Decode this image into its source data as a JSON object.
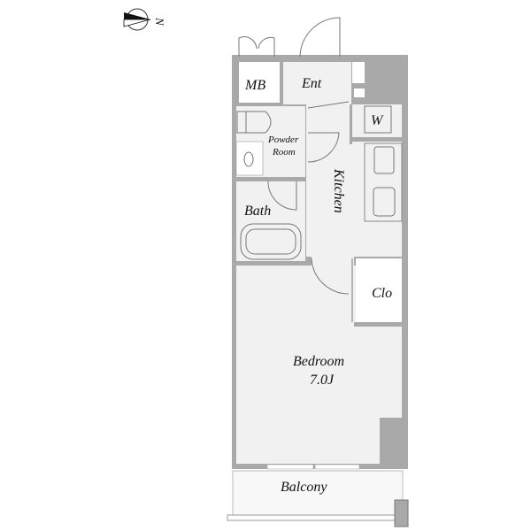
{
  "compass": {
    "label": "N",
    "icon": "north-arrow-icon"
  },
  "rooms": {
    "mb": "MB",
    "ent": "Ent",
    "w": "W",
    "powder_line1": "Powder",
    "powder_line2": "Room",
    "kitchen": "Kitchen",
    "bath": "Bath",
    "clo": "Clo",
    "bedroom": "Bedroom",
    "bedroom_size": "7.0J",
    "balcony": "Balcony"
  },
  "colors": {
    "wall": "#a9a9a9",
    "floor": "#f1f1f1"
  }
}
